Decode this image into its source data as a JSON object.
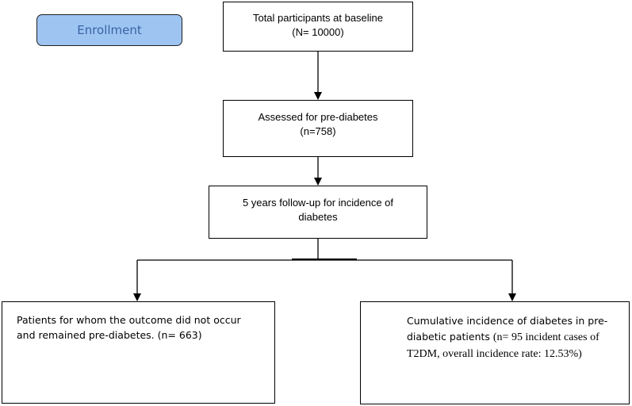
{
  "stage_label": "Enrollment",
  "colors": {
    "stage_fill": "#9ec5f2",
    "stage_text": "#3b63a3",
    "stroke": "#000000"
  },
  "boxes": {
    "baseline": "Total participants at baseline\n(N= 10000)",
    "assessed": "Assessed for pre-diabetes\n(n=758)",
    "followup": "5 years follow-up for incidence of\ndiabetes",
    "non_event": "Patients for whom the outcome did not occur\nand remained pre-diabetes. (n= 663)",
    "incidence_line1": "Cumulative incidence of diabetes in pre-",
    "incidence_line2": "diabetic patients ",
    "incidence_line2_serif": "(n= 95 incident cases of",
    "incidence_line3_serif": "T2DM, overall incidence rate: 12.53%)"
  }
}
